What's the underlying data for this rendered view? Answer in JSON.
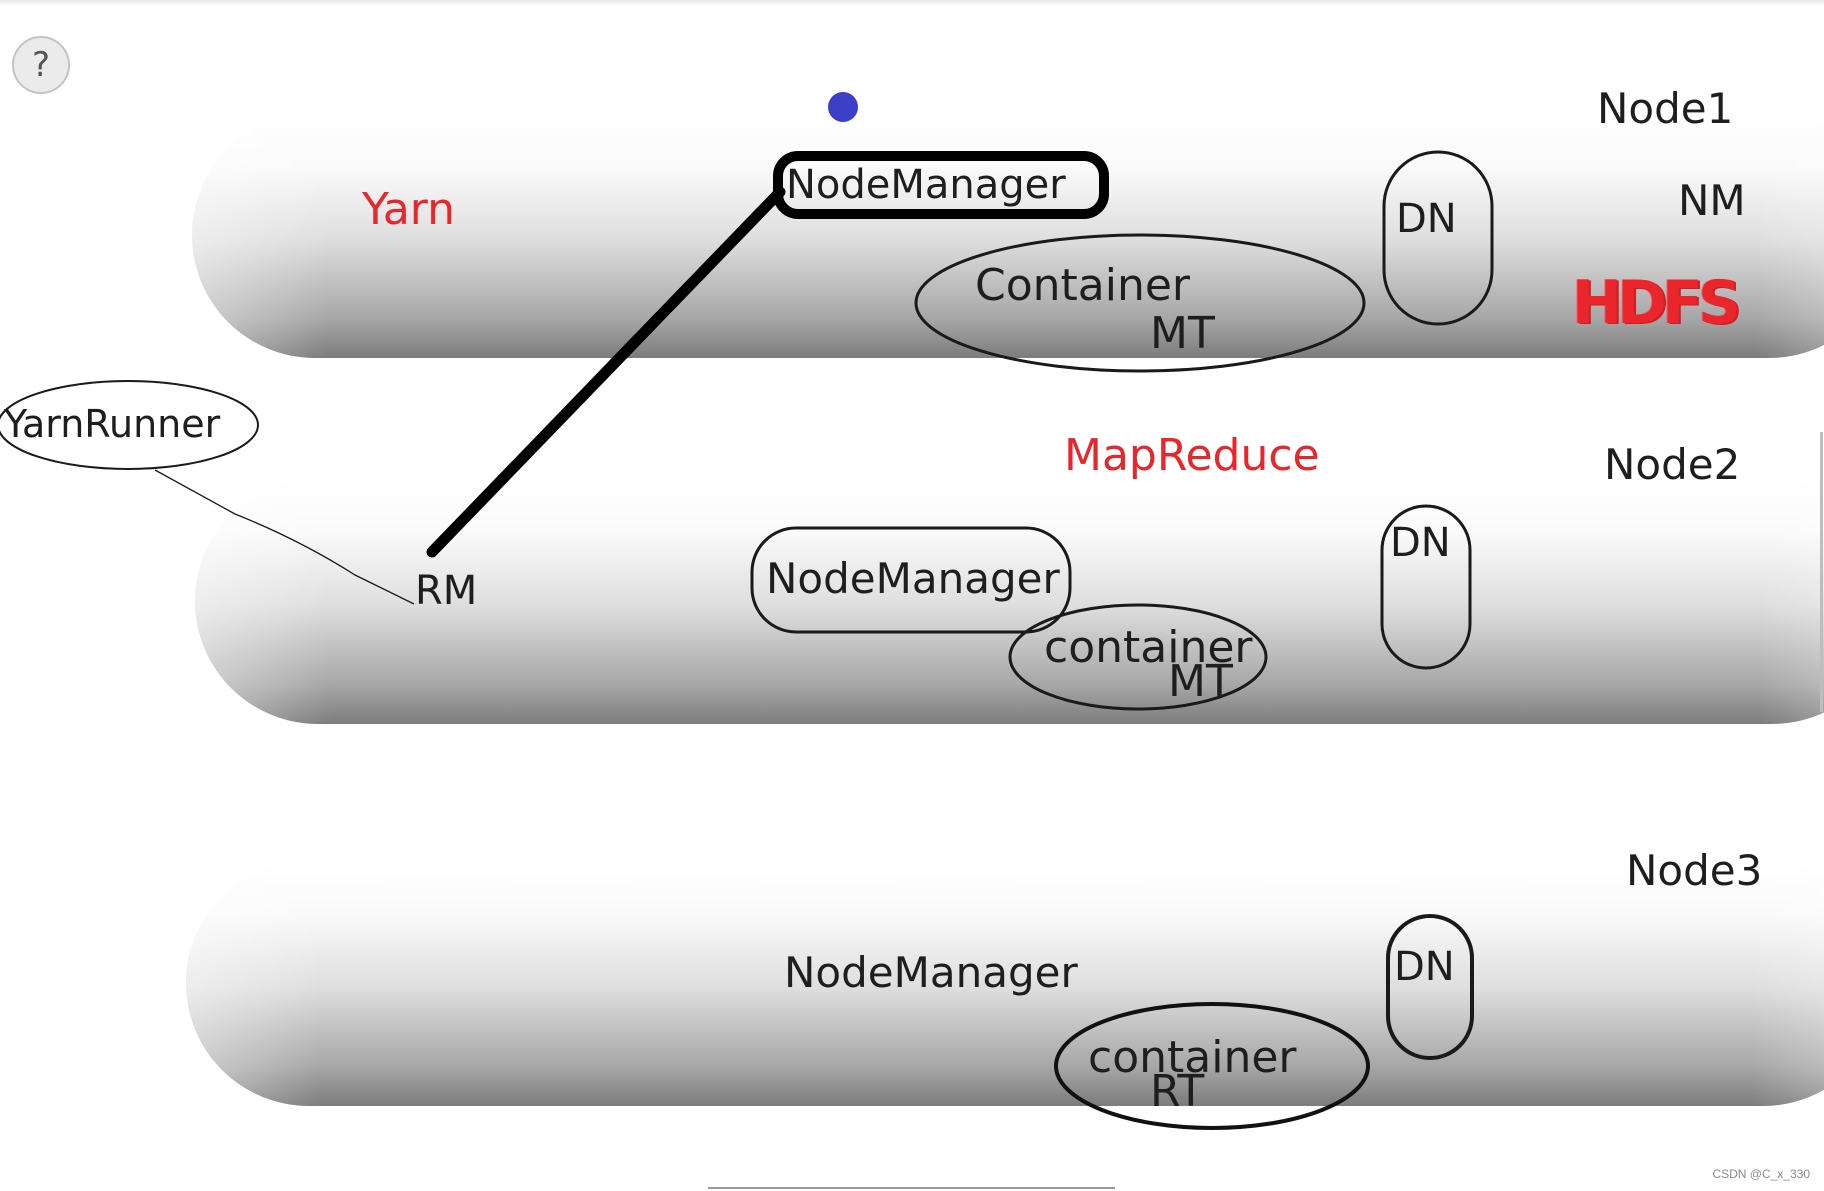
{
  "toolbar": {
    "help_label": "?"
  },
  "labels": {
    "yarn": "Yarn",
    "mapreduce": "MapReduce",
    "hdfs": "HDFS",
    "nm": "NM",
    "rm": "RM",
    "yarn_runner": "YarnRunner"
  },
  "nodes": [
    {
      "name": "Node1",
      "node_manager": "NodeManager",
      "container": "Container",
      "task": "MT",
      "data_node": "DN"
    },
    {
      "name": "Node2",
      "node_manager": "NodeManager",
      "container": "container",
      "task": "MT",
      "data_node": "DN"
    },
    {
      "name": "Node3",
      "node_manager": "NodeManager",
      "container": "container",
      "task": "RT",
      "data_node": "DN"
    }
  ],
  "watermark": "CSDN @C_x_330",
  "colors": {
    "accent_red": "#e8262c",
    "dot_blue": "#3b3fc8"
  }
}
